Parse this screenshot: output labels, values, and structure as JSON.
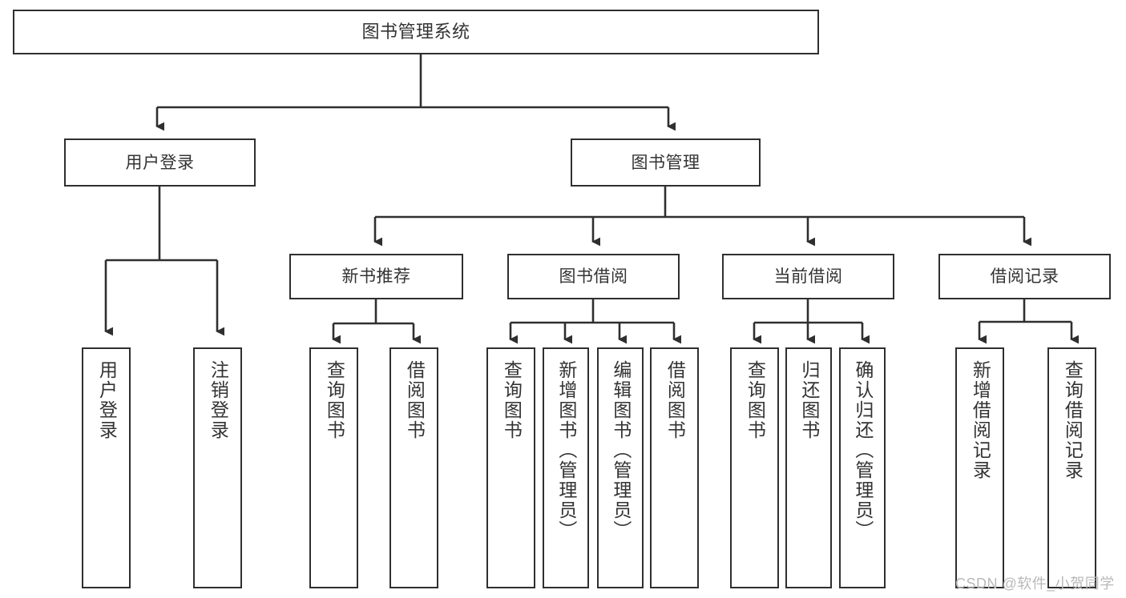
{
  "diagram": {
    "title": "图书管理系统",
    "type": "tree-hierarchy",
    "orientation": "top-down",
    "colors": {
      "background": "#ffffff",
      "node_fill": "#ffffff",
      "node_border": "#2f2f2f",
      "edge": "#2f2f2f",
      "text": "#333333",
      "watermark": "#b9b9b9"
    }
  },
  "nodes": {
    "root": {
      "label": "图书管理系统",
      "level": 0,
      "text_direction": "horizontal"
    },
    "level1": [
      {
        "id": "user-login",
        "label": "用户登录",
        "text_direction": "horizontal"
      },
      {
        "id": "book-manage",
        "label": "图书管理",
        "text_direction": "horizontal"
      }
    ],
    "level2": [
      {
        "id": "new-book-recommend",
        "label": "新书推荐",
        "parent": "book-manage",
        "text_direction": "horizontal"
      },
      {
        "id": "book-borrow",
        "label": "图书借阅",
        "parent": "book-manage",
        "text_direction": "horizontal"
      },
      {
        "id": "current-borrow",
        "label": "当前借阅",
        "parent": "book-manage",
        "text_direction": "horizontal"
      },
      {
        "id": "borrow-record",
        "label": "借阅记录",
        "parent": "book-manage",
        "text_direction": "horizontal"
      }
    ],
    "leaves": [
      {
        "id": "leaf-user-login",
        "label": "用户登录",
        "parent": "user-login",
        "text_direction": "vertical"
      },
      {
        "id": "leaf-logout-login",
        "label": "注销登录",
        "parent": "user-login",
        "text_direction": "vertical"
      },
      {
        "id": "leaf-query-book-1",
        "label": "查询图书",
        "parent": "new-book-recommend",
        "text_direction": "vertical"
      },
      {
        "id": "leaf-borrow-book-1",
        "label": "借阅图书",
        "parent": "new-book-recommend",
        "text_direction": "vertical"
      },
      {
        "id": "leaf-query-book-2",
        "label": "查询图书",
        "parent": "book-borrow",
        "text_direction": "vertical"
      },
      {
        "id": "leaf-add-book",
        "label": "新增图书（管理员）",
        "parent": "book-borrow",
        "text_direction": "vertical"
      },
      {
        "id": "leaf-edit-book",
        "label": "编辑图书（管理员）",
        "parent": "book-borrow",
        "text_direction": "vertical"
      },
      {
        "id": "leaf-borrow-book-2",
        "label": "借阅图书",
        "parent": "book-borrow",
        "text_direction": "vertical"
      },
      {
        "id": "leaf-query-book-3",
        "label": "查询图书",
        "parent": "current-borrow",
        "text_direction": "vertical"
      },
      {
        "id": "leaf-return-book",
        "label": "归还图书",
        "parent": "current-borrow",
        "text_direction": "vertical"
      },
      {
        "id": "leaf-confirm-return",
        "label": "确认归还（管理员）",
        "parent": "current-borrow",
        "text_direction": "vertical"
      },
      {
        "id": "leaf-add-record",
        "label": "新增借阅记录",
        "parent": "borrow-record",
        "text_direction": "vertical"
      },
      {
        "id": "leaf-query-record",
        "label": "查询借阅记录",
        "parent": "borrow-record",
        "text_direction": "vertical"
      }
    ]
  },
  "watermark": {
    "text": "CSDN @软件_小贺同学"
  }
}
